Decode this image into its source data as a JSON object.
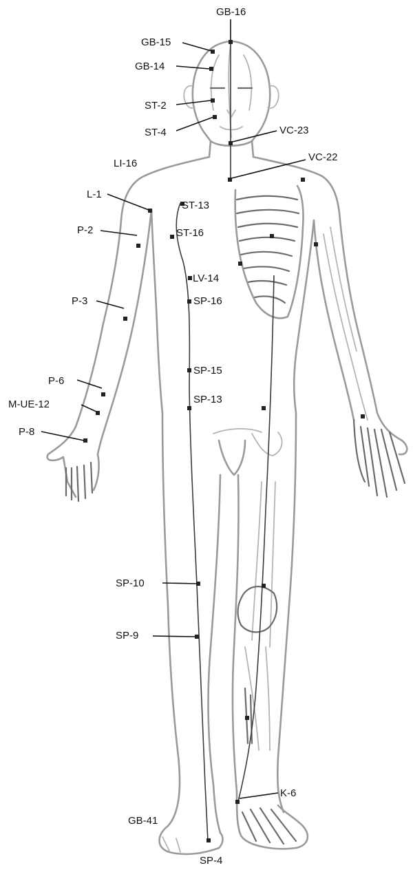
{
  "labels": {
    "gb16": "GB-16",
    "gb15": "GB-15",
    "gb14": "GB-14",
    "st2": "ST-2",
    "st4": "ST-4",
    "vc23": "VC-23",
    "li16": "LI-16",
    "vc22": "VC-22",
    "l1": "L-1",
    "st13": "ST-13",
    "p2": "P-2",
    "st16": "ST-16",
    "lv14": "LV-14",
    "p3": "P-3",
    "sp16": "SP-16",
    "sp15": "SP-15",
    "p6": "P-6",
    "mue12": "M-UE-12",
    "sp13": "SP-13",
    "p8": "P-8",
    "sp10": "SP-10",
    "sp9": "SP-9",
    "k6": "K-6",
    "gb41": "GB-41",
    "sp4": "SP-4"
  }
}
